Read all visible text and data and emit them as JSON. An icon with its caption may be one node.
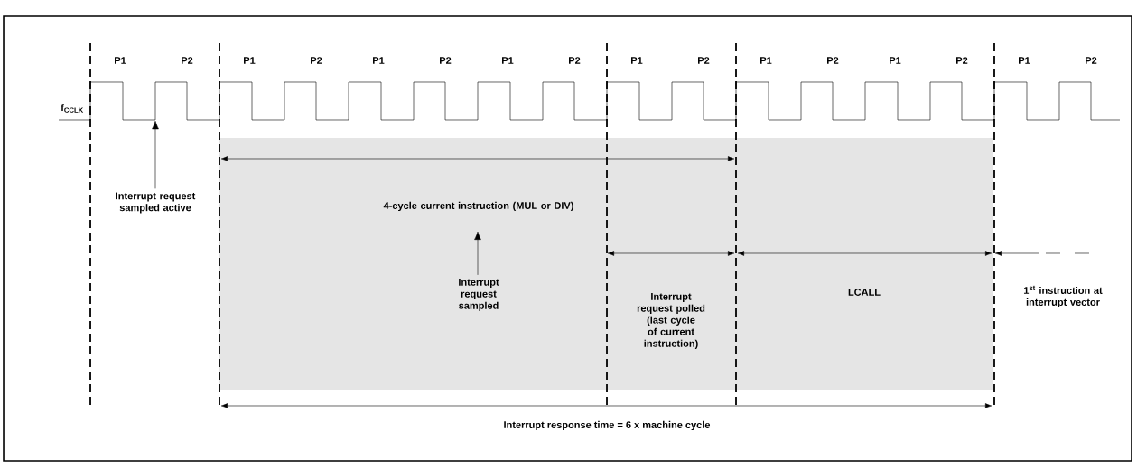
{
  "diagram": {
    "nodes": [
      {
        "text": [],
        "shape": "waveform"
      },
      {
        "text": [
          "Interrupt request sampled active"
        ]
      },
      {
        "text": [
          "Interrupt request sampled"
        ]
      }
    ],
    "edges": [
      {
        "from": 1,
        "to": 0,
        "arrow": "to"
      },
      {
        "from": 2,
        "to": null,
        "arrow": "to"
      }
    ],
    "labels": [
      "P1",
      "P2",
      "P1",
      "P2",
      "P1",
      "P2",
      "P1",
      "P2",
      "P1",
      "P2",
      "P1",
      "P2",
      "P1",
      "P2",
      "P1",
      "P2",
      "f$_{CCLK}$",
      "4-cycle current instruction (MUL or DIV)",
      "Interrupt request polled (last cycle of current instruction)",
      "LCALL",
      "1$^{st}$ instruction at interrupt vector",
      "Interrupt response time = 6 x machine cycle"
    ]
  }
}
